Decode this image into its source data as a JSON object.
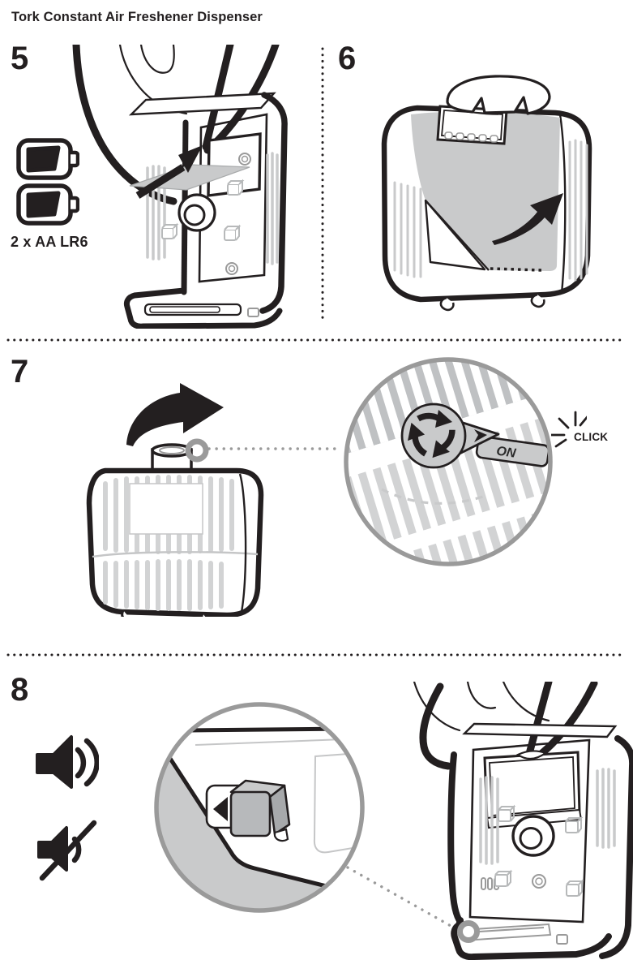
{
  "title": "Tork Constant Air Freshener Dispenser",
  "steps": {
    "s5": {
      "number": "5",
      "caption": "2 x AA LR6"
    },
    "s6": {
      "number": "6"
    },
    "s7": {
      "number": "7",
      "valve_label": "ON",
      "click_label": "CLICK"
    },
    "s8": {
      "number": "8"
    }
  },
  "icons": {
    "battery": "battery-icon",
    "sound_on": "speaker-on-icon",
    "sound_off": "speaker-muted-icon",
    "click": "click-burst-icon"
  },
  "colors": {
    "ink": "#231f20",
    "label_gray": "#c9cacb",
    "ring_gray": "#9a9a9a",
    "ridge_gray": "#d2d3d4",
    "band_gray": "#bfc1c3",
    "knob_gray": "#b7b9bb"
  }
}
